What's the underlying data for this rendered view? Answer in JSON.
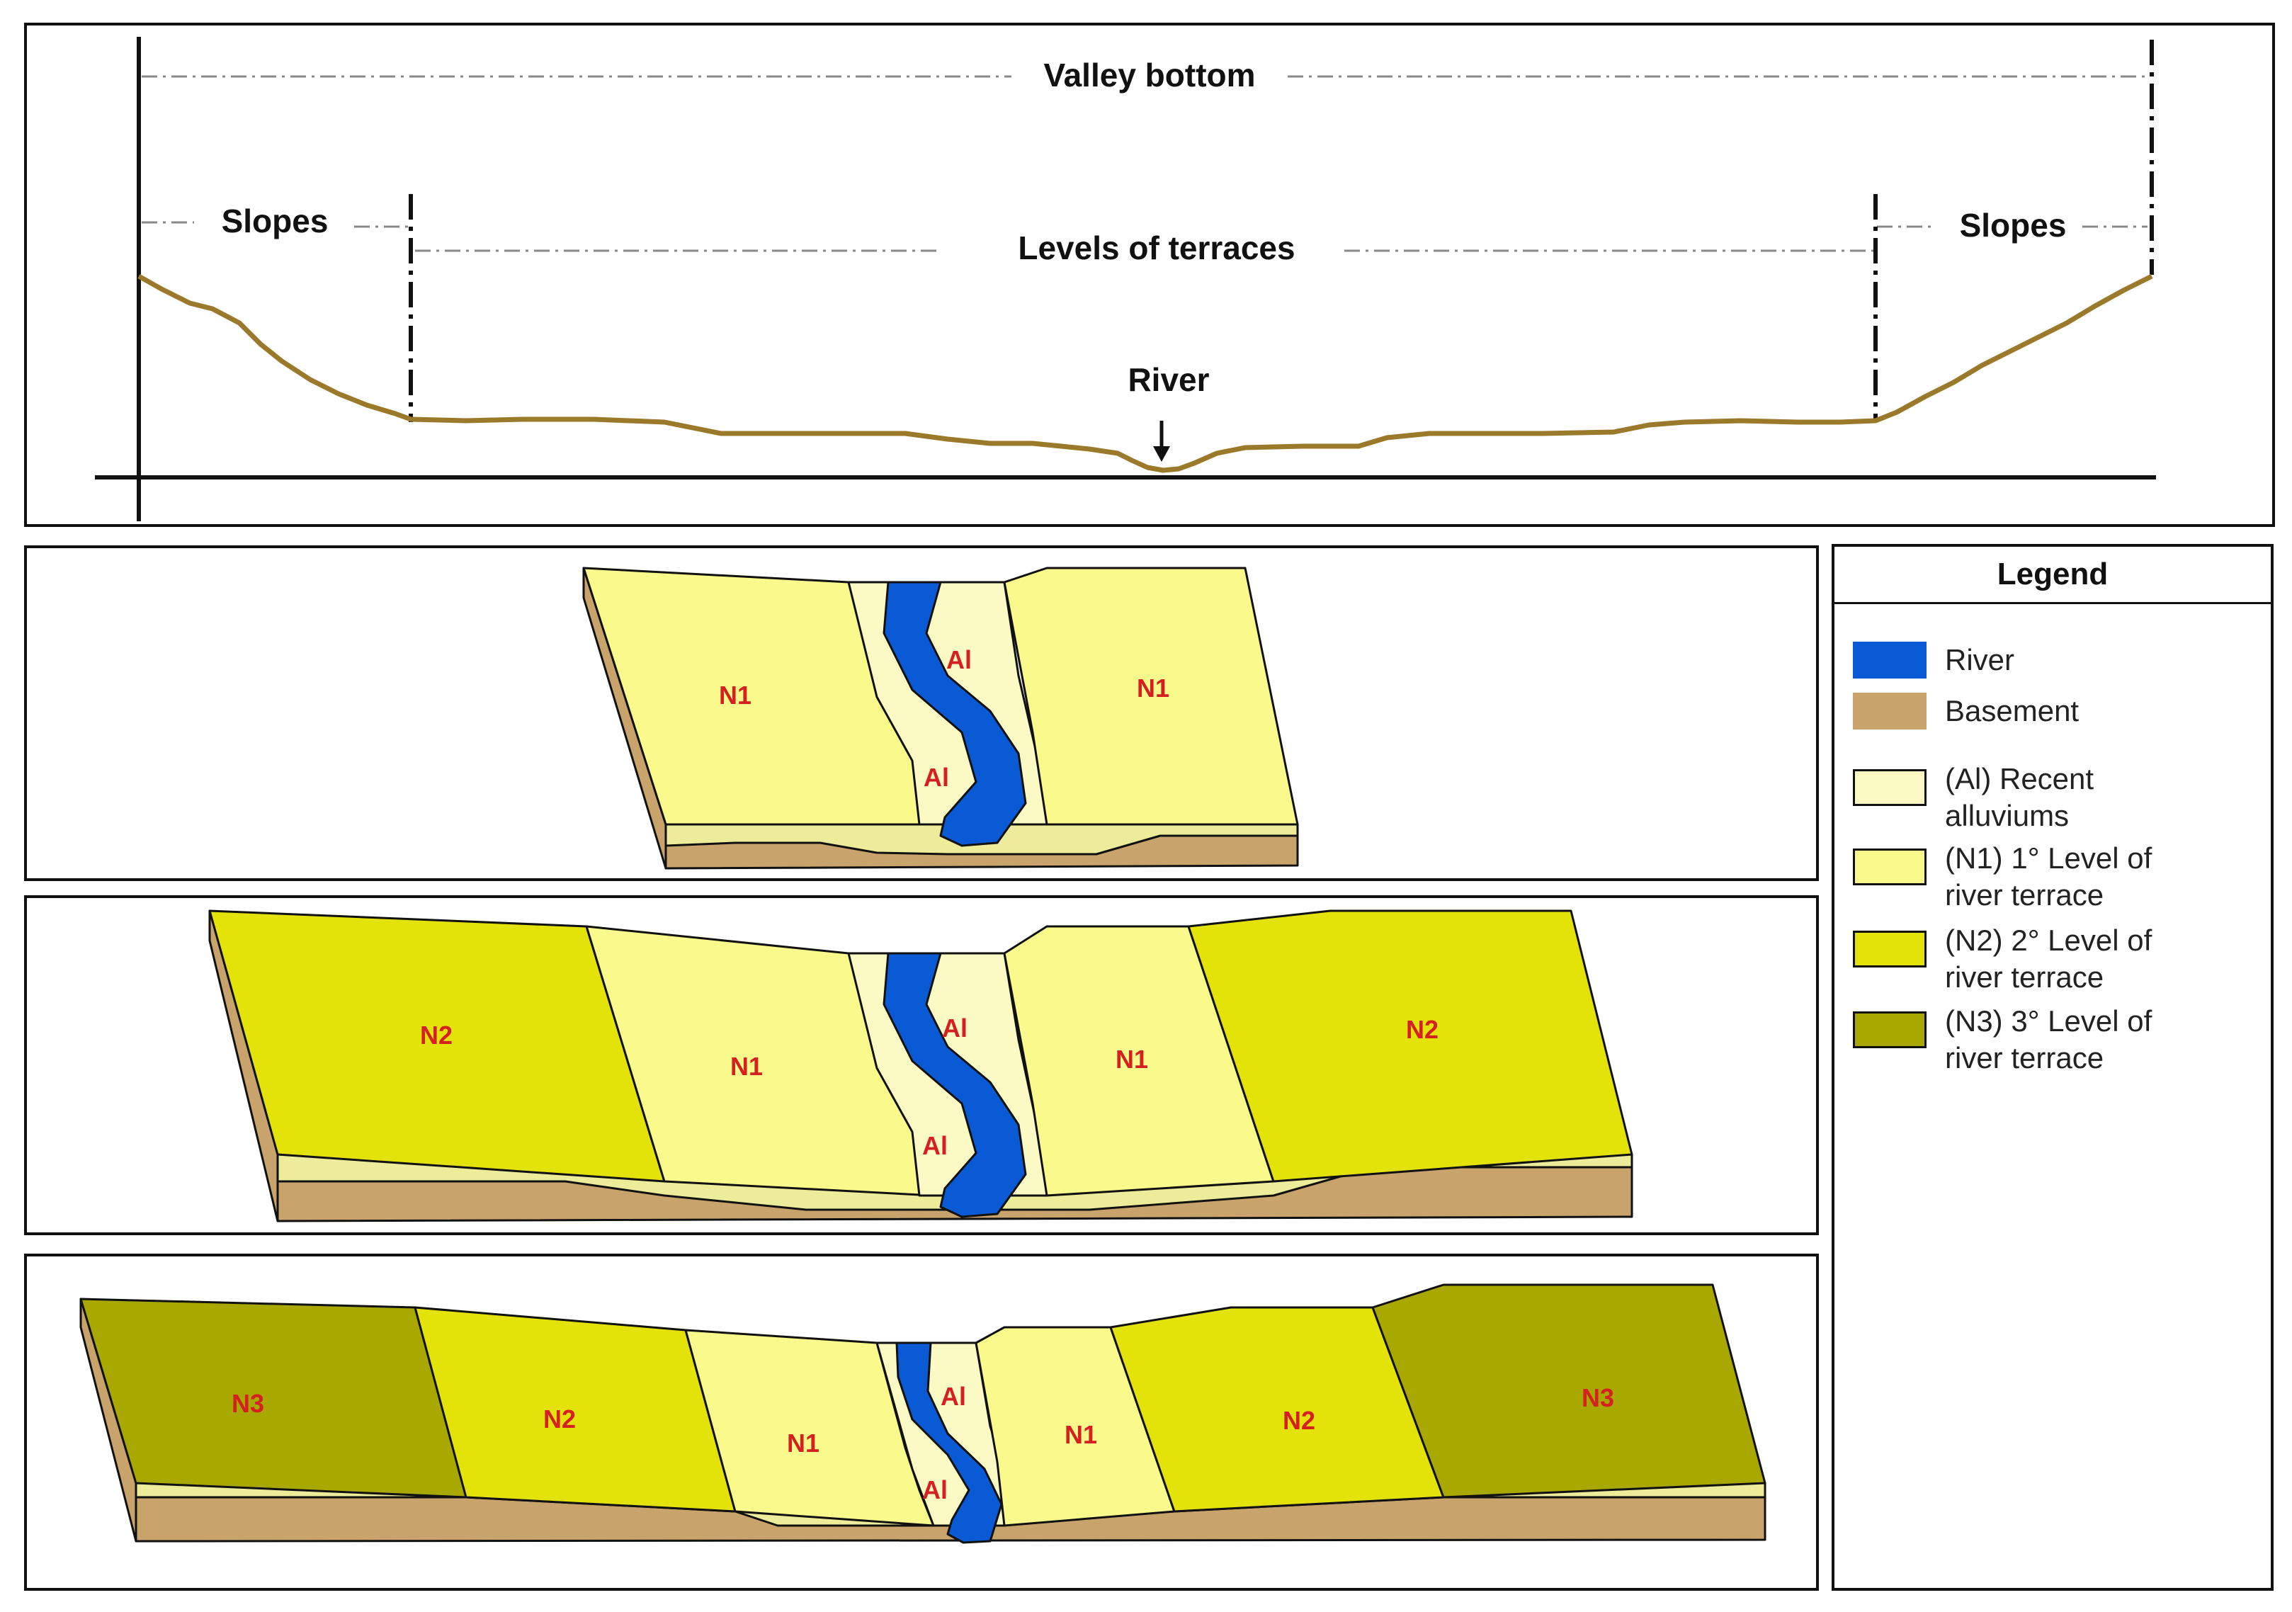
{
  "profile": {
    "valley_bottom": "Valley bottom",
    "slopes_left": "Slopes",
    "slopes_right": "Slopes",
    "levels_of_terraces": "Levels of terraces",
    "river": "River"
  },
  "zones": {
    "al": "Al",
    "n1": "N1",
    "n2": "N2",
    "n3": "N3"
  },
  "legend": {
    "title": "Legend",
    "items": [
      {
        "label": "River",
        "color": "#0a5ad6"
      },
      {
        "label": "Basement",
        "color": "#c8a36c"
      },
      {
        "label": "(Al) Recent alluviums",
        "color": "#fbfac4"
      },
      {
        "label": "(N1) 1° Level of river terrace",
        "color": "#fafa8c"
      },
      {
        "label": "(N2) 2° Level of river terrace",
        "color": "#e3e30a"
      },
      {
        "label": "(N3) 3° Level of river terrace",
        "color": "#a9a800"
      }
    ]
  },
  "colors": {
    "profile_line": "#9a7a2a",
    "frame": "#111111"
  }
}
